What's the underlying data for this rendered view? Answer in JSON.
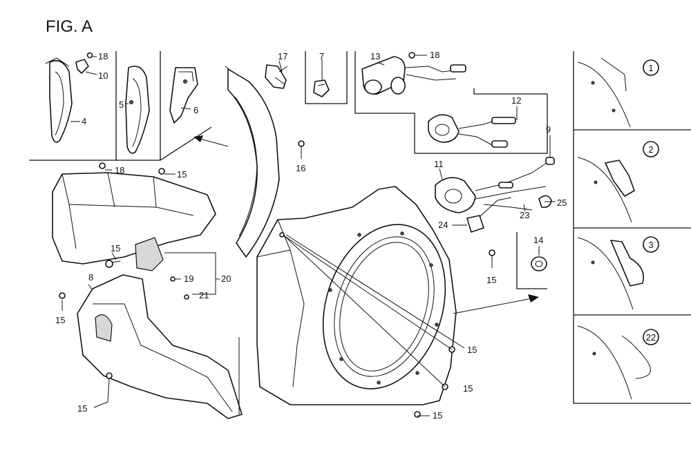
{
  "figure": {
    "title": "FIG. A"
  },
  "callouts": [
    {
      "id": "c18a",
      "text": "18"
    },
    {
      "id": "c10",
      "text": "10"
    },
    {
      "id": "c4",
      "text": "4"
    },
    {
      "id": "c5",
      "text": "5"
    },
    {
      "id": "c6",
      "text": "6"
    },
    {
      "id": "c17",
      "text": "17"
    },
    {
      "id": "c7",
      "text": "7"
    },
    {
      "id": "c13",
      "text": "13"
    },
    {
      "id": "c18b",
      "text": "18"
    },
    {
      "id": "c12",
      "text": "12"
    },
    {
      "id": "c9",
      "text": "9"
    },
    {
      "id": "c16",
      "text": "16"
    },
    {
      "id": "c18c",
      "text": "18"
    },
    {
      "id": "c15a",
      "text": "15"
    },
    {
      "id": "c11",
      "text": "11"
    },
    {
      "id": "c25",
      "text": "25"
    },
    {
      "id": "c23",
      "text": "23"
    },
    {
      "id": "c24",
      "text": "24"
    },
    {
      "id": "c14",
      "text": "14"
    },
    {
      "id": "c15b",
      "text": "15"
    },
    {
      "id": "c19",
      "text": "19"
    },
    {
      "id": "c20",
      "text": "20"
    },
    {
      "id": "c21",
      "text": "21"
    },
    {
      "id": "c8",
      "text": "8"
    },
    {
      "id": "c15c",
      "text": "15"
    },
    {
      "id": "c15d",
      "text": "15"
    },
    {
      "id": "c15e",
      "text": "15"
    },
    {
      "id": "c15f",
      "text": "15"
    },
    {
      "id": "c15g",
      "text": "15"
    },
    {
      "id": "c15h",
      "text": "15"
    }
  ],
  "variants": [
    {
      "id": "v1",
      "text": "1"
    },
    {
      "id": "v2",
      "text": "2"
    },
    {
      "id": "v3",
      "text": "3"
    },
    {
      "id": "v22",
      "text": "22"
    }
  ]
}
